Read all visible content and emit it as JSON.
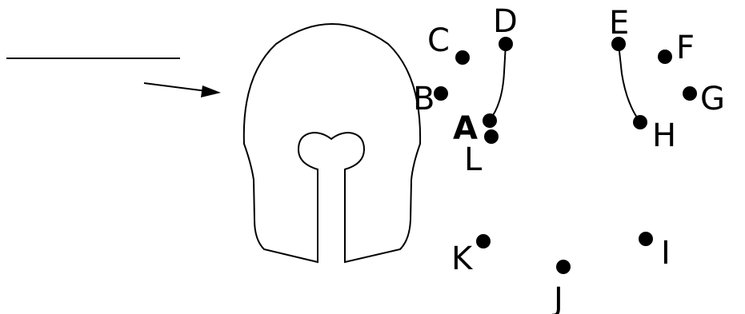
{
  "colors": {
    "ink": "#000000",
    "background": "#ffffff"
  },
  "answer_line": {
    "text": ""
  },
  "dots": [
    {
      "label": "A",
      "bold": true
    },
    {
      "label": "B",
      "bold": false
    },
    {
      "label": "C",
      "bold": false
    },
    {
      "label": "D",
      "bold": false
    },
    {
      "label": "E",
      "bold": false
    },
    {
      "label": "F",
      "bold": false
    },
    {
      "label": "G",
      "bold": false
    },
    {
      "label": "H",
      "bold": false
    },
    {
      "label": "I",
      "bold": false
    },
    {
      "label": "J",
      "bold": false
    },
    {
      "label": "K",
      "bold": false
    },
    {
      "label": "L",
      "bold": false
    }
  ]
}
